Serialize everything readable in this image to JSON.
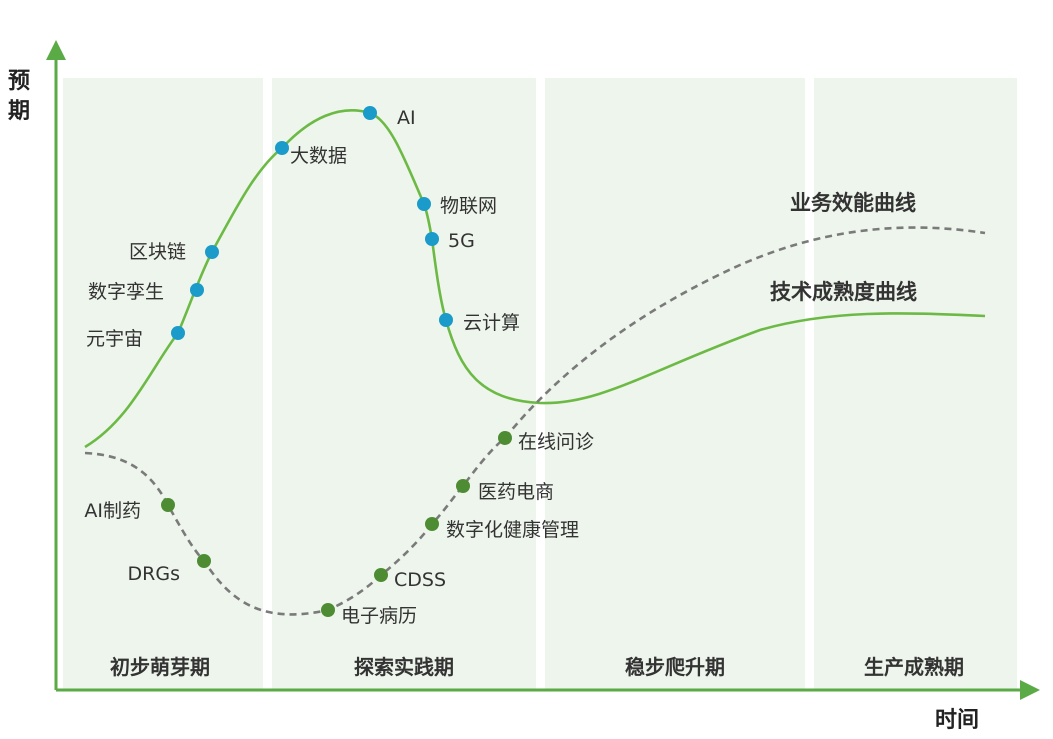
{
  "chart_data": {
    "type": "line",
    "axes": {
      "y_label": "预期",
      "x_label": "时间"
    },
    "phases": [
      "初步萌芽期",
      "探索实践期",
      "稳步爬升期",
      "生产成熟期"
    ],
    "series": [
      {
        "name": "技术成熟度曲线",
        "style": "solid",
        "color": "#6cba45",
        "points": [
          {
            "label": "元宇宙"
          },
          {
            "label": "数字孪生"
          },
          {
            "label": "区块链"
          },
          {
            "label": "大数据"
          },
          {
            "label": "AI"
          },
          {
            "label": "物联网"
          },
          {
            "label": "5G"
          },
          {
            "label": "云计算"
          }
        ]
      },
      {
        "name": "业务效能曲线",
        "style": "dashed",
        "color": "#7a7a7a",
        "points": [
          {
            "label": "AI制药"
          },
          {
            "label": "DRGs"
          },
          {
            "label": "电子病历"
          },
          {
            "label": "CDSS"
          },
          {
            "label": "数字化健康管理"
          },
          {
            "label": "医药电商"
          },
          {
            "label": "在线问诊"
          }
        ]
      }
    ],
    "colors": {
      "panel_bg": "#eef5ec",
      "axis": "#5aaa45",
      "blue_dot": "#1a9bc9",
      "green_dot": "#4e8c33"
    }
  }
}
